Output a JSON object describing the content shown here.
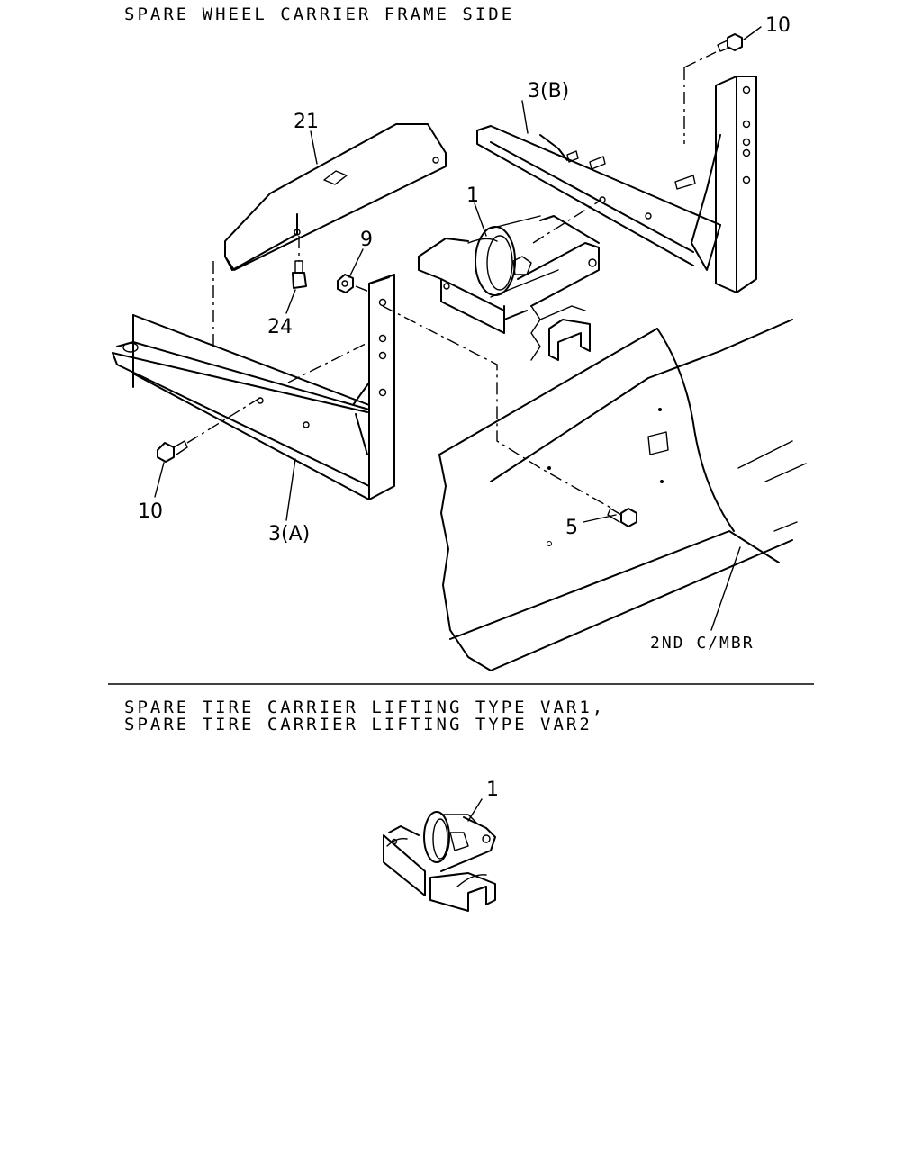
{
  "section1": {
    "title": "SPARE WHEEL CARRIER FRAME SIDE"
  },
  "section2": {
    "title_line1": "SPARE TIRE CARRIER LIFTING TYPE VAR1,",
    "title_line2": "SPARE TIRE CARRIER LIFTING TYPE VAR2"
  },
  "callouts": {
    "c10_top": "10",
    "c3b": "3(B)",
    "c21": "21",
    "c1_top": "1",
    "c9": "9",
    "c24": "24",
    "c10_left": "10",
    "c3a": "3(A)",
    "c5": "5",
    "c2nd": "2ND C/MBR",
    "c1_bottom": "1"
  }
}
